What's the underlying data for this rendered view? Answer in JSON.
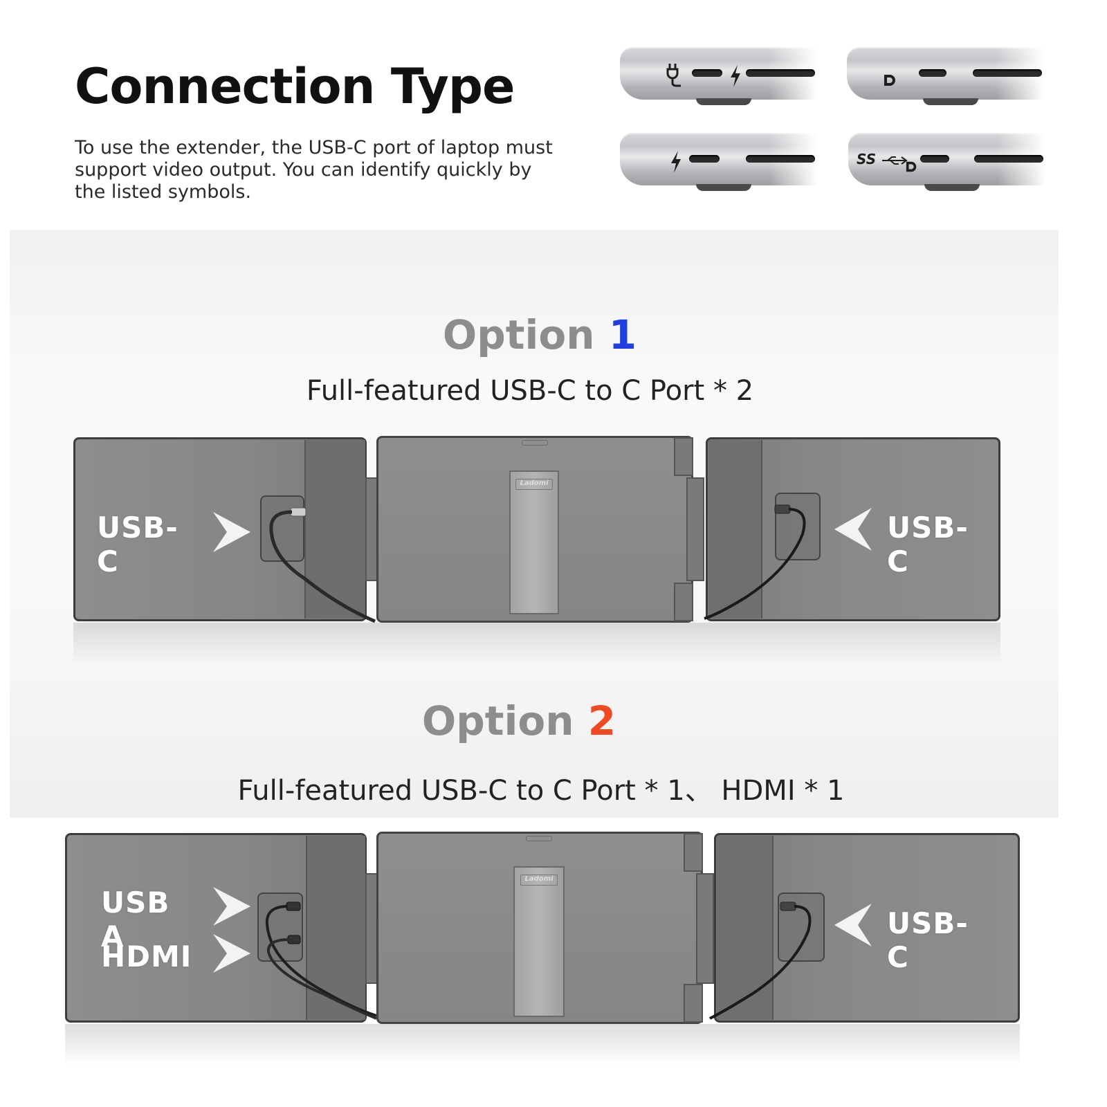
{
  "header": {
    "title": "Connection Type",
    "description": "To use the extender, the USB-C port of laptop must support video output. You can identify quickly by the listed symbols."
  },
  "port_symbols": [
    {
      "icons": [
        "power-plug-icon",
        "thunderbolt-icon"
      ]
    },
    {
      "icons": [
        "displayport-icon"
      ]
    },
    {
      "icons": [
        "thunderbolt-icon"
      ]
    },
    {
      "icons": [
        "usb-superspeed-icon",
        "displayport-icon"
      ],
      "text": "SS"
    }
  ],
  "option1": {
    "label": "Option",
    "number": "1",
    "number_color": "#1f3fe0",
    "subtitle": "Full-featured USB-C to C Port * 2",
    "left_label": "USB-C",
    "right_label": "USB-C",
    "logo": "Ladomi"
  },
  "option2": {
    "label": "Option",
    "number": "2",
    "number_color": "#f04a22",
    "subtitle": "Full-featured USB-C to C Port * 1、 HDMI * 1",
    "left_label_top": "USB A",
    "left_label_bottom": "HDMI",
    "right_label": "USB-C",
    "logo": "Ladomi"
  }
}
